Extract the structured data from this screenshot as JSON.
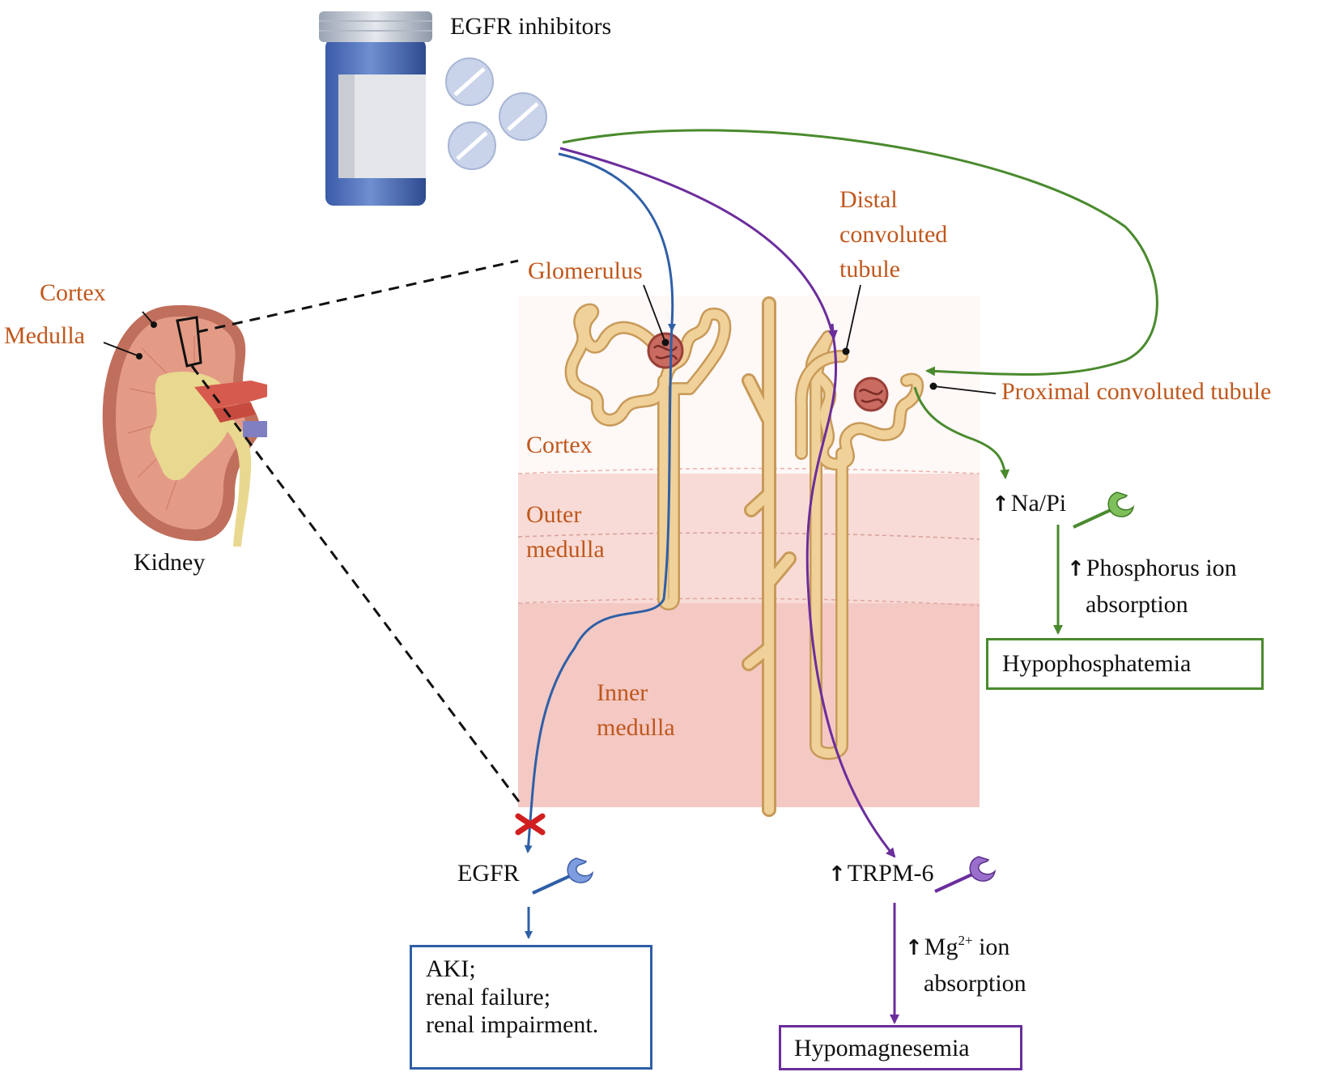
{
  "drug": {
    "label": "EGFR inhibitors"
  },
  "kidney": {
    "label": "Kidney",
    "cortex": "Cortex",
    "medulla": "Medulla"
  },
  "nephron": {
    "glomerulus": "Glomerulus",
    "dct": [
      "Distal",
      "convoluted",
      "tubule"
    ],
    "pct": "Proximal convoluted tubule",
    "zone_cortex": "Cortex",
    "zone_outer": [
      "Outer",
      "medulla"
    ],
    "zone_inner": [
      "Inner",
      "medulla"
    ]
  },
  "pathways": {
    "egfr": {
      "receptor": "EGFR",
      "outcome": [
        "AKI;",
        "renal failure;",
        "renal impairment."
      ],
      "color": "#2f5fa7"
    },
    "trpm6": {
      "receptor": "TRPM-6",
      "step": [
        "Mg",
        "2+",
        " ion",
        "absorption"
      ],
      "outcome": "Hypomagnesemia",
      "color": "#6b2d9c"
    },
    "napi": {
      "receptor": "Na/Pi",
      "step": [
        "Phosphorus ion",
        "absorption"
      ],
      "outcome": "Hypophosphatemia",
      "color": "#4a8a2e"
    }
  },
  "colors": {
    "label_orange": "#c0571c",
    "tubule": "#edc98a",
    "kidney_pink": "#e39b86",
    "zone_outer": "#f8dbd6",
    "zone_inner": "#f4c9c4"
  },
  "icons": [
    "pill-bottle-icon",
    "tablet-icon",
    "receptor-icon",
    "inhibition-cross-icon",
    "up-arrow-icon"
  ]
}
